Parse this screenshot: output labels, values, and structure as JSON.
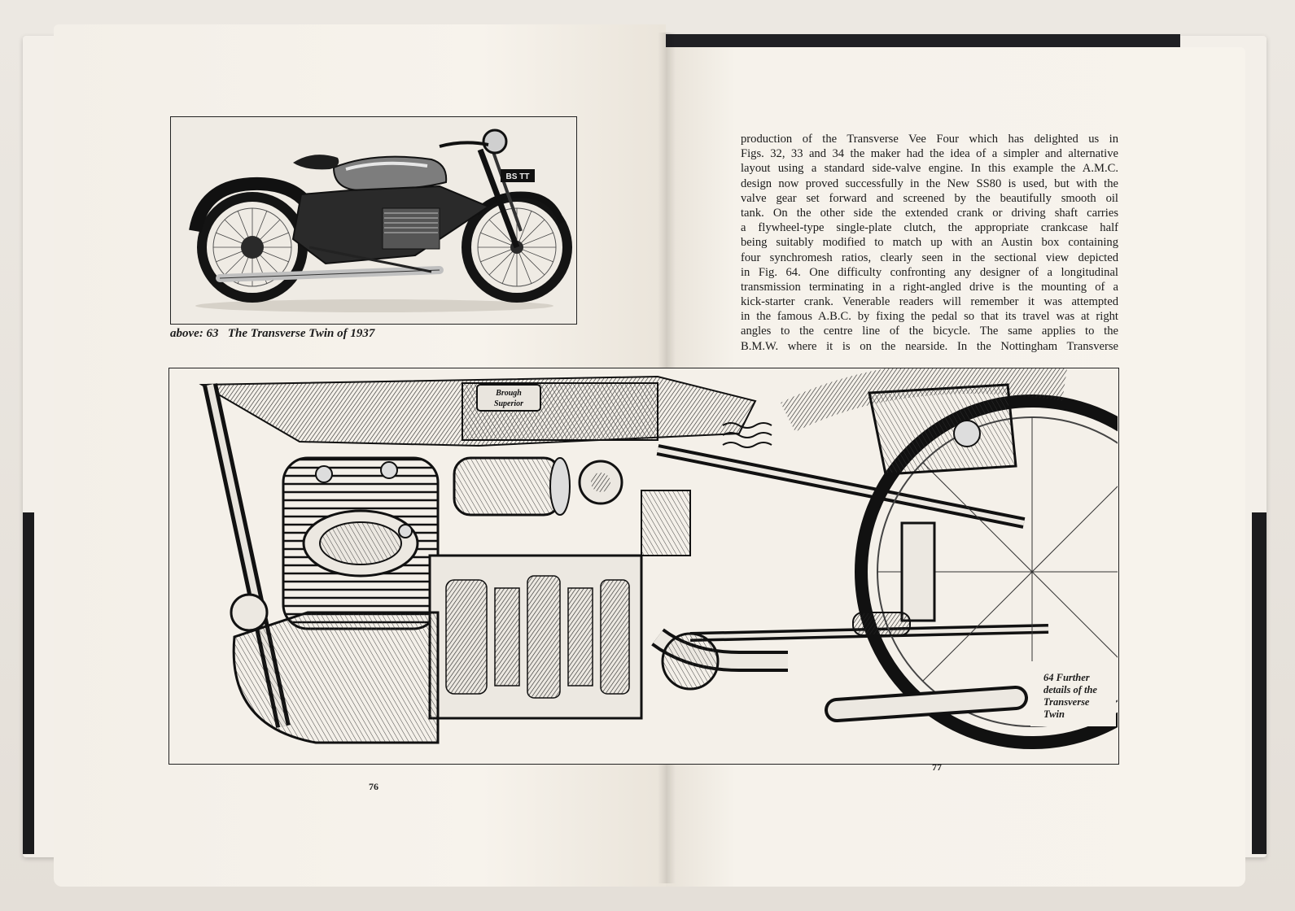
{
  "left_page": {
    "figure_caption_prefix": "above: 63",
    "figure_caption_title": "The Transverse Twin of 1937",
    "plate_text": "BS TT",
    "page_number": "76"
  },
  "right_page": {
    "body_lines": [
      "production of the Transverse Vee Four which has delighted us in",
      "Figs. 32, 33 and 34 the maker had the idea of a simpler and alternative",
      "layout using a standard side-valve engine. In this example the A.M.C.",
      "design now proved successfully in the New SS80 is used, but with the",
      "valve gear set forward and screened by the beautifully smooth oil",
      "tank. On the other side the extended crank or driving shaft carries",
      "a flywheel-type single-plate clutch, the appropriate crankcase half",
      "being suitably modified to match up with an Austin box containing",
      "four synchromesh ratios, clearly seen in the sectional view depicted",
      "in Fig. 64. One difficulty confronting any designer of a longitudinal",
      "transmission terminating in a right-angled drive is the mounting of a",
      "kick-starter crank. Venerable readers will remember it was attempted",
      "in the famous A.B.C. by fixing the pedal so that its travel was at right",
      "angles to the centre line of the bicycle. The same applies to the",
      "B.M.W. where it is on the nearside. In the Nottingham Transverse"
    ],
    "page_number": "77"
  },
  "fig64": {
    "tank_badge_line1": "Brough",
    "tank_badge_line2": "Superior",
    "caption_lines": [
      "64  Further",
      "details of the",
      "Transverse",
      "Twin"
    ]
  }
}
